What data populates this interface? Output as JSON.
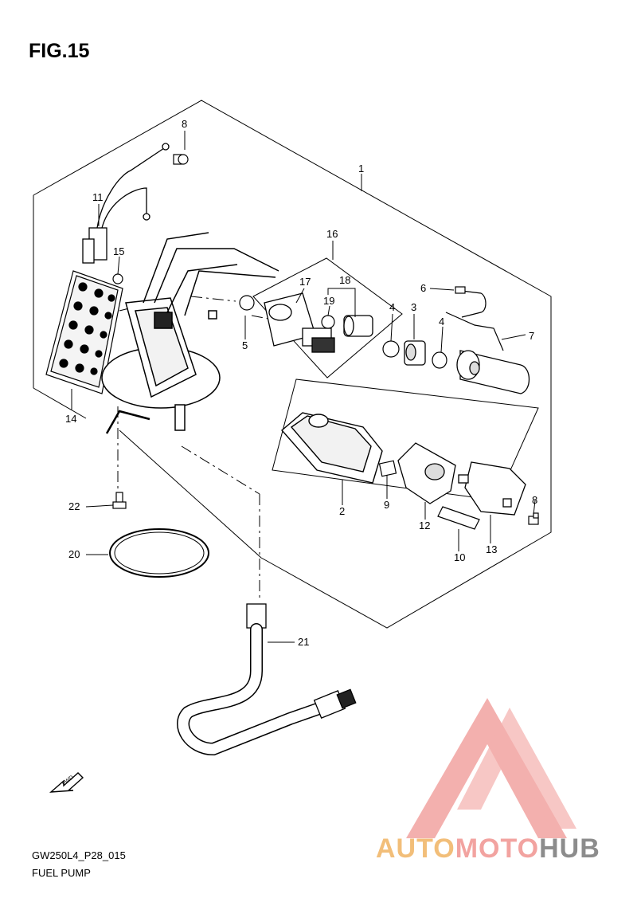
{
  "figure": {
    "title": "FIG.15"
  },
  "callouts": {
    "p1": "1",
    "p2": "2",
    "p3": "3",
    "p4a": "4",
    "p4b": "4",
    "p5": "5",
    "p6": "6",
    "p7": "7",
    "p8a": "8",
    "p8b": "8",
    "p9": "9",
    "p10": "10",
    "p11": "11",
    "p12": "12",
    "p13": "13",
    "p14": "14",
    "p15": "15",
    "p16": "16",
    "p17": "17",
    "p18": "18",
    "p19": "19",
    "p20": "20",
    "p21": "21",
    "p22": "22"
  },
  "direction_arrow": {
    "label": "FWD"
  },
  "footer": {
    "code": "GW250L4_P28_015",
    "name": "FUEL PUMP"
  },
  "watermark": {
    "part1": "AUTO",
    "part2": "MOTO",
    "part3": "HUB",
    "colors": {
      "orange": "#f2be79",
      "pink": "#f2a3a0",
      "grey": "#8c8c8c"
    }
  },
  "colors": {
    "line": "#000000",
    "background": "#ffffff"
  }
}
